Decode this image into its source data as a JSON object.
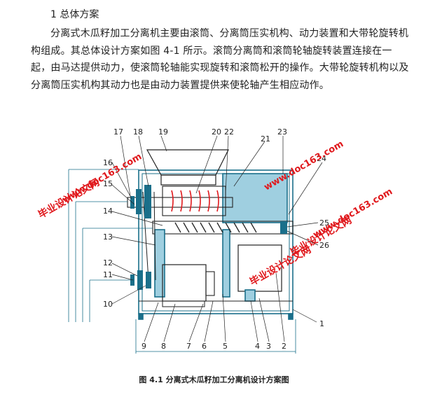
{
  "section": {
    "heading": "1 总体方案"
  },
  "paragraph": "分离式木瓜籽加工分离机主要由滚筒、分离筒压实机构、动力装置和大带轮旋转机构组成。其总体设计方案如图 4-1 所示。滚筒分离筒和滚筒轮轴旋转装置连接在一起，由马达提供动力，使滚筒轮轴能实现旋转和滚筒松开的操作。大带轮旋转机构以及分离筒压实机构其动力也是由动力装置提供来使轮轴产生相应动作。",
  "figure": {
    "caption": "图 4.1 分离式木瓜籽加工分离机设计方案图",
    "callouts_top": [
      "17",
      "18",
      "19",
      "20",
      "22",
      "21",
      "23",
      "24"
    ],
    "callouts_left": [
      "16",
      "15",
      "14",
      "13",
      "12",
      "11",
      "10"
    ],
    "callouts_right": [
      "25",
      "26",
      "1"
    ],
    "callouts_bottom": [
      "9",
      "8",
      "7",
      "6",
      "5",
      "4",
      "3",
      "2"
    ],
    "watermarks": [
      {
        "text": "毕业设计论文网",
        "kind": "cn"
      },
      {
        "text": "www.doc163.com",
        "kind": "en"
      },
      {
        "text": "毕业设计论文网",
        "kind": "cn"
      },
      {
        "text": "www.doc163.com",
        "kind": "en"
      },
      {
        "text": "毕业设计论文网",
        "kind": "cn"
      },
      {
        "text": "www.doc163.com",
        "kind": "en"
      }
    ],
    "colors": {
      "frame": "#1a6f8a",
      "shaded": "#9fcfe0",
      "watermark": "#e0181c"
    }
  }
}
